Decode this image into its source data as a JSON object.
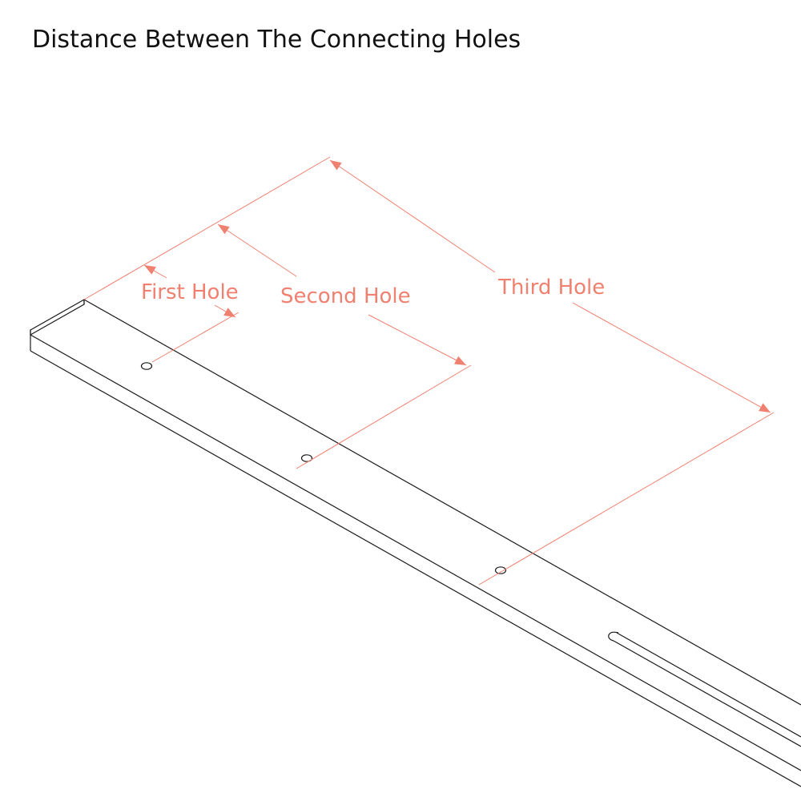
{
  "title": "Distance Between The Connecting Holes",
  "colors": {
    "dimension": "#f08070",
    "outline": "#1a1a1a",
    "background": "#ffffff"
  },
  "dimensions": [
    {
      "label": "First Hole"
    },
    {
      "label": "Second Hole"
    },
    {
      "label": "Third Hole"
    }
  ]
}
